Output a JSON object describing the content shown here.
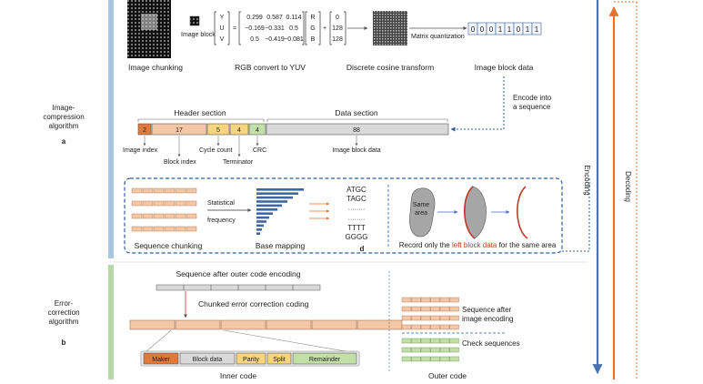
{
  "side_labels": {
    "a_line1": "Image-",
    "a_line2": "compression",
    "a_line3": "algorithm",
    "a_letter": "a",
    "b_line1": "Error-",
    "b_line2": "correction",
    "b_line3": "algorithm",
    "b_letter": "b"
  },
  "top_row": {
    "image_chunking": "Image chunking",
    "image_block": "Image block",
    "rgb_to_yuv": "RGB convert to YUV",
    "dct": "Discrete cosine transform",
    "matrix_quantization": "Matrix quantization",
    "image_block_data": "Image block data",
    "encode_line1": "Encode into",
    "encode_line2": "a sequence",
    "bits": [
      "0",
      "0",
      "0",
      "1",
      "1",
      "0",
      "1",
      "1"
    ],
    "yuv_vec": [
      "Y",
      "U",
      "V"
    ],
    "rgb_vec": [
      "R",
      "G",
      "B"
    ],
    "matrix_row1": [
      "0.299",
      "0.587",
      "0.114"
    ],
    "matrix_row2": [
      "−0.169",
      "−0.331",
      "0.5"
    ],
    "matrix_row3": [
      "0.5",
      "−0.419",
      "−0.081"
    ],
    "offset_vec": [
      "0",
      "128",
      "128"
    ],
    "equals": "=",
    "plus": "+"
  },
  "sequence": {
    "header_section": "Header section",
    "data_section": "Data section",
    "cells": [
      "2",
      "17",
      "5",
      "4",
      "4",
      "88"
    ],
    "image_index": "Image index",
    "block_index": "Block index",
    "cycle_count": "Cycle count",
    "terminator": "Terminator",
    "crc": "CRC",
    "image_block_data": "Image block data"
  },
  "mapping": {
    "statistical": "Statistical",
    "frequency": "frequency",
    "sequence_chunking": "Sequence chunking",
    "base_mapping": "Base mapping",
    "codes_top": [
      "ATGC",
      "TAGC"
    ],
    "codes_bottom": [
      "TTTT",
      "GGGG"
    ],
    "dots": "········",
    "letter_d": "d",
    "same_area_line1": "Same",
    "same_area_line2": "area",
    "record_pre": "Record only the ",
    "record_highlight": "left block data",
    "record_post": " for the same area"
  },
  "error_correction": {
    "after_outer": "Sequence after outer code encoding",
    "chunked": "Chunked error correction coding",
    "maker": "Maker",
    "block_data": "Block data",
    "parity": "Parity",
    "split": "Split",
    "remainder": "Remainder",
    "inner_code": "Inner code",
    "outer_code": "Outer code",
    "after_image_line1": "Sequence after",
    "after_image_line2": "image encoding",
    "check_sequences": "Check sequences"
  },
  "right_labels": {
    "encoding": "Encoding",
    "decoding": "Decoding"
  },
  "colors": {
    "blue_arrow": "#4a72b0",
    "orange_arrow": "#e3742e",
    "dashed_blue": "#2f5f9e",
    "side_blue": "#a9c7e3",
    "side_green": "#b5d9a6",
    "cell_orange": "#e07a3a",
    "cell_salmon": "#f4c7a6",
    "cell_yellow": "#f6d57e",
    "cell_green": "#c3dfa8",
    "cell_gray": "#d9d9d9",
    "highlight_red": "#c0392b"
  }
}
